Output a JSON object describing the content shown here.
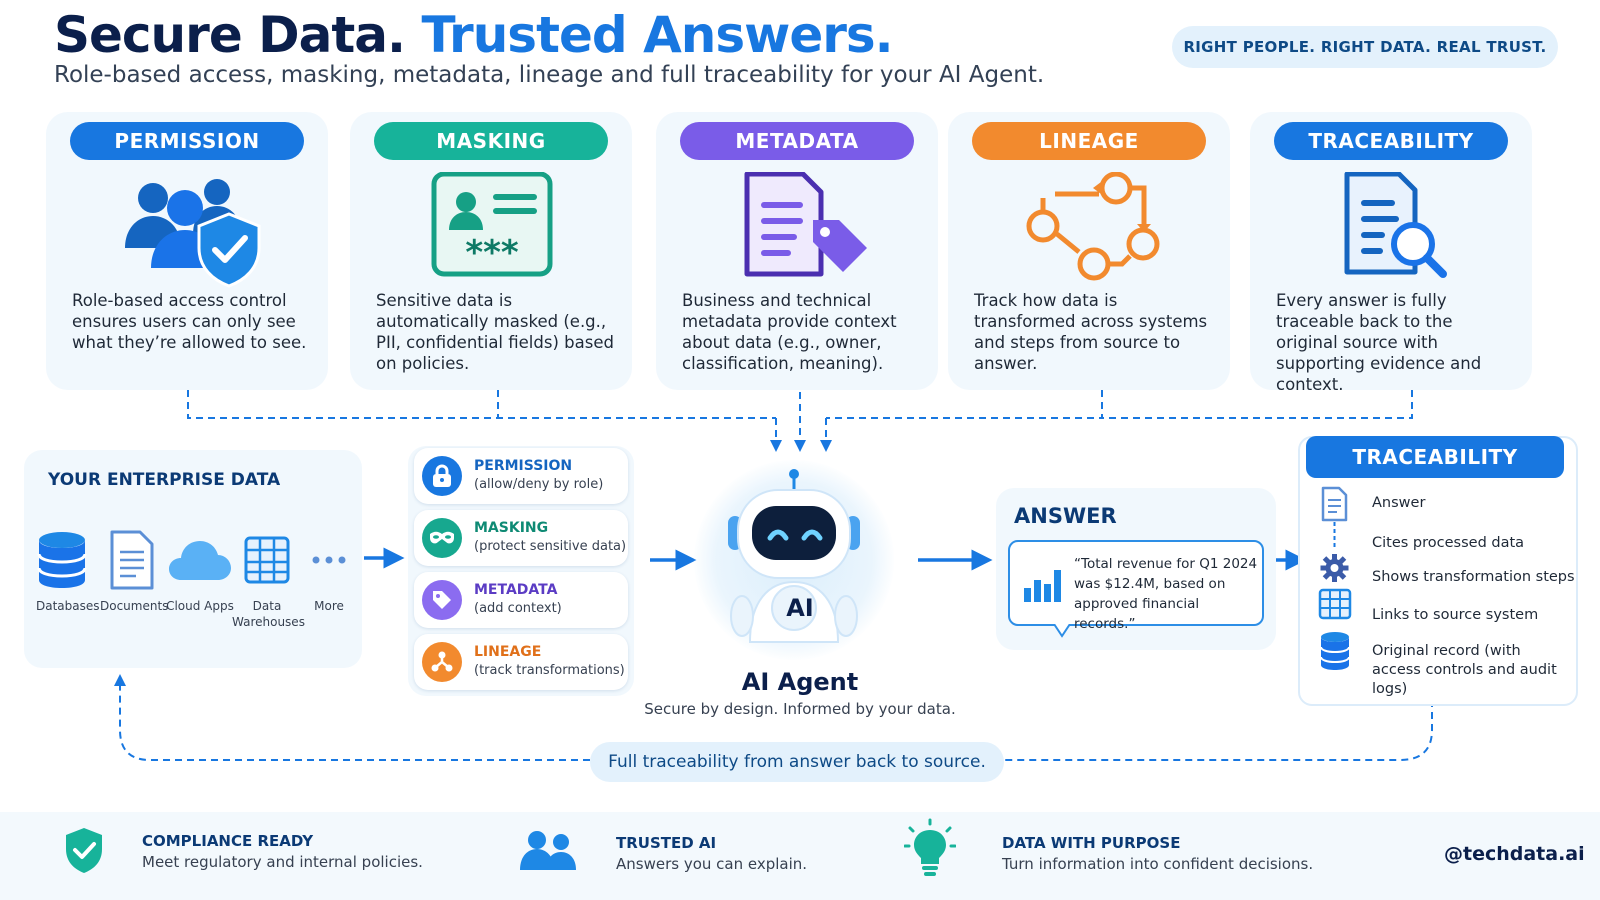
{
  "header": {
    "title_main": "Secure Data.",
    "title_accent": "Trusted Answers.",
    "subtitle": "Role-based access, masking, metadata, lineage and full traceability for your AI Agent.",
    "tagline": "RIGHT PEOPLE. RIGHT DATA. REAL TRUST."
  },
  "cards": [
    {
      "label": "PERMISSION",
      "color": "#1877e0",
      "text": "Role-based access control ensures users can only see what they’re allowed to see.",
      "icon": "users-shield-icon"
    },
    {
      "label": "MASKING",
      "color": "#17b39a",
      "text": "Sensitive data is automatically masked (e.g., PII, confidential fields) based on policies.",
      "icon": "masked-id-card-icon"
    },
    {
      "label": "METADATA",
      "color": "#7a5ce8",
      "text": "Business and technical metadata provide context about data (e.g., owner, classification, meaning).",
      "icon": "document-tag-icon"
    },
    {
      "label": "LINEAGE",
      "color": "#f28a2e",
      "text": "Track how data is transformed across systems and steps from source to answer.",
      "icon": "flow-nodes-icon"
    },
    {
      "label": "TRACEABILITY",
      "color": "#1877e0",
      "text": "Every answer is fully traceable back to the original source with supporting evidence and context.",
      "icon": "document-search-icon"
    }
  ],
  "enterprise": {
    "title": "YOUR ENTERPRISE DATA",
    "sources": [
      {
        "label": "Databases",
        "icon": "database-icon"
      },
      {
        "label": "Documents",
        "icon": "document-icon"
      },
      {
        "label": "Cloud Apps",
        "icon": "cloud-icon"
      },
      {
        "label": "Data Warehouses",
        "icon": "grid-table-icon"
      },
      {
        "label": "More",
        "icon": "more-dots-icon"
      }
    ]
  },
  "controls": [
    {
      "label": "PERMISSION",
      "sub": "(allow/deny by role)",
      "color": "#1877e0",
      "icon": "lock-icon"
    },
    {
      "label": "MASKING",
      "sub": "(protect sensitive data)",
      "color": "#17a88f",
      "icon": "mask-icon"
    },
    {
      "label": "METADATA",
      "sub": "(add context)",
      "color": "#7a5ce8",
      "icon": "tag-icon"
    },
    {
      "label": "LINEAGE",
      "sub": "(track transformations)",
      "color": "#f28a2e",
      "icon": "share-nodes-icon"
    }
  ],
  "agent": {
    "badge": "AI",
    "name": "AI Agent",
    "sub": "Secure by design. Informed by your data."
  },
  "answer": {
    "title": "ANSWER",
    "quote": "“Total revenue for Q1 2024 was $12.4M, based on approved financial records.”"
  },
  "traceability": {
    "title": "TRACEABILITY",
    "items": [
      {
        "text": "Answer",
        "icon": "document-icon"
      },
      {
        "text": "Cites processed data",
        "icon": "connector-dot-icon"
      },
      {
        "text": "Shows transformation steps",
        "icon": "gear-icon"
      },
      {
        "text": "Links to source system",
        "icon": "grid-table-icon"
      },
      {
        "text": "Original record (with access controls and audit logs)",
        "icon": "database-icon"
      }
    ]
  },
  "loop_label": "Full traceability from answer back to source.",
  "footer": {
    "items": [
      {
        "title": "COMPLIANCE READY",
        "sub": "Meet regulatory and internal policies.",
        "icon": "shield-check-icon"
      },
      {
        "title": "TRUSTED AI",
        "sub": "Answers you can explain.",
        "icon": "users-icon"
      },
      {
        "title": "DATA WITH PURPOSE",
        "sub": "Turn information into confident decisions.",
        "icon": "lightbulb-icon"
      }
    ],
    "handle": "@techdata.ai"
  }
}
